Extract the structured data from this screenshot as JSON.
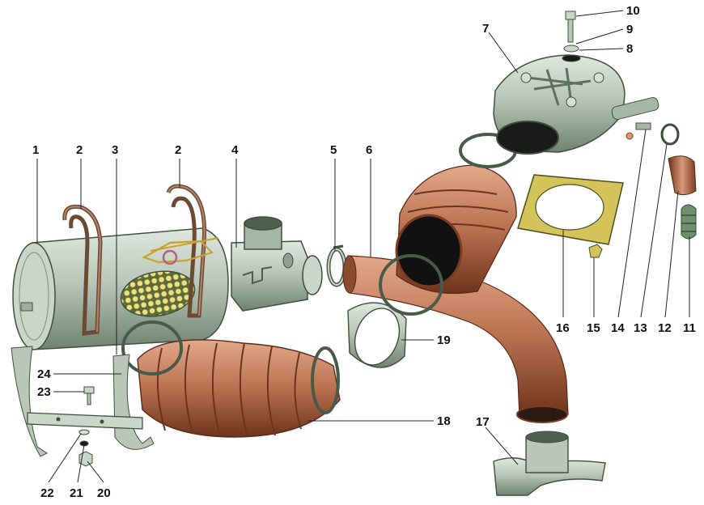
{
  "callouts": [
    {
      "id": "1",
      "text": "1"
    },
    {
      "id": "2a",
      "text": "2"
    },
    {
      "id": "3",
      "text": "3"
    },
    {
      "id": "2b",
      "text": "2"
    },
    {
      "id": "4",
      "text": "4"
    },
    {
      "id": "5",
      "text": "5"
    },
    {
      "id": "6",
      "text": "6"
    },
    {
      "id": "7",
      "text": "7"
    },
    {
      "id": "8",
      "text": "8"
    },
    {
      "id": "9",
      "text": "9"
    },
    {
      "id": "10",
      "text": "10"
    },
    {
      "id": "11",
      "text": "11"
    },
    {
      "id": "12",
      "text": "12"
    },
    {
      "id": "13",
      "text": "13"
    },
    {
      "id": "14",
      "text": "14"
    },
    {
      "id": "15",
      "text": "15"
    },
    {
      "id": "16",
      "text": "16"
    },
    {
      "id": "17",
      "text": "17"
    },
    {
      "id": "18",
      "text": "18"
    },
    {
      "id": "19",
      "text": "19"
    },
    {
      "id": "20",
      "text": "20"
    },
    {
      "id": "21",
      "text": "21"
    },
    {
      "id": "22",
      "text": "22"
    },
    {
      "id": "23",
      "text": "23"
    },
    {
      "id": "24",
      "text": "24"
    }
  ],
  "colors": {
    "housing": "#b9c6b9",
    "housing_dark": "#7f917f",
    "hose": "#b9714f",
    "hose_dark": "#7a3d24",
    "gasket": "#d4c35a",
    "filter_mesh": "#e9dc7c"
  }
}
